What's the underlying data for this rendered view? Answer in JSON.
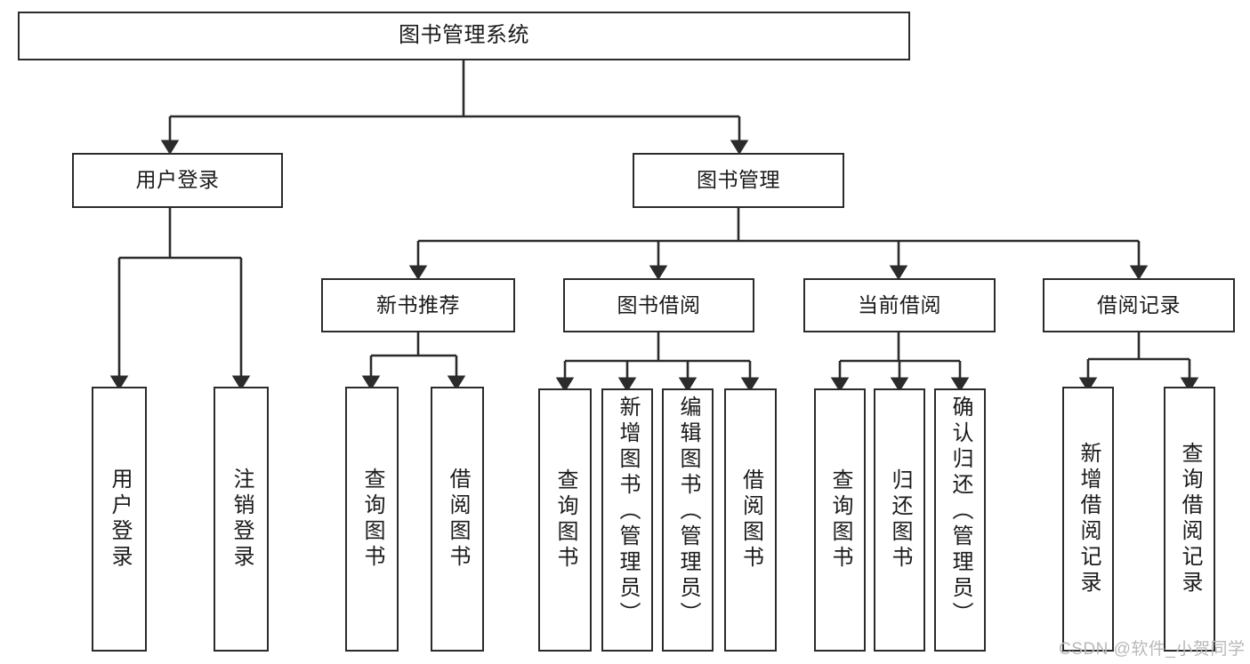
{
  "diagram": {
    "title": "图书管理系统",
    "type": "hierarchy-tree",
    "watermark": "CSDN @软件_小贺同学",
    "colors": {
      "box_border": "#2b2b2b",
      "box_fill": "#ffffff",
      "edge": "#2b2b2b",
      "text": "#1b1b1b",
      "watermark": "#b9b9b9",
      "background": "#ffffff"
    },
    "nodes": {
      "root": {
        "label": "图书管理系统"
      },
      "level2": [
        {
          "label": "用户登录"
        },
        {
          "label": "图书管理"
        }
      ],
      "level3": [
        {
          "label": "新书推荐"
        },
        {
          "label": "图书借阅"
        },
        {
          "label": "当前借阅"
        },
        {
          "label": "借阅记录"
        }
      ],
      "leaves": {
        "user_login": [
          {
            "label": "用户登录"
          },
          {
            "label": "注销登录"
          }
        ],
        "new_book_recommend": [
          {
            "label": "查询图书"
          },
          {
            "label": "借阅图书"
          }
        ],
        "book_borrow": [
          {
            "label": "查询图书"
          },
          {
            "label": "新增图书（管理员）"
          },
          {
            "label": "编辑图书（管理员）"
          },
          {
            "label": "借阅图书"
          }
        ],
        "current_borrow": [
          {
            "label": "查询图书"
          },
          {
            "label": "归还图书"
          },
          {
            "label": "确认归还（管理员）"
          }
        ],
        "borrow_records": [
          {
            "label": "新增借阅记录"
          },
          {
            "label": "查询借阅记录"
          }
        ]
      }
    }
  }
}
